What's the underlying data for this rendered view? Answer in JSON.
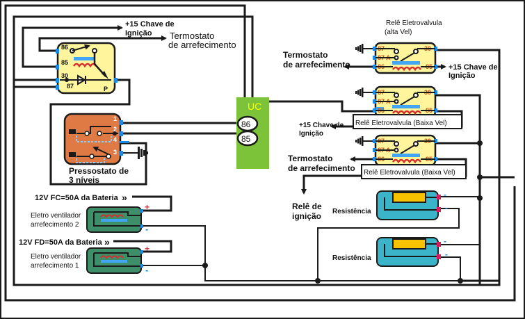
{
  "colors": {
    "wire": "#1a1a1a",
    "relay_body": "#fff59d",
    "relay_pin_label": "#d0541c",
    "pin_tab": "#1e88e5",
    "coil": "#d32f2f",
    "armature": "#42a5f5",
    "pressostato_body": "#e07a45",
    "pressostato_dash": "#90caf9",
    "fan_body": "#3e8e6a",
    "resistor_body": "#3bb3c8",
    "resistor_element": "#f7c200",
    "resistor_terminal": "#d81b60",
    "uc_body": "#7cc33a",
    "uc_label": "#ffff00",
    "plus_sign": "#d32f2f",
    "minus_sign": "#1e88e5"
  },
  "top_relay": {
    "pins": [
      "86",
      "85",
      "30",
      "87",
      "P"
    ],
    "label_ignition_line1": "+15 Chave de",
    "label_ignition_line2": "Ignição",
    "label_thermostat_line1": "Termostato",
    "label_thermostat_line2": "de arrefecimento"
  },
  "pressostato": {
    "pins": [
      "1",
      "2",
      "4",
      "3"
    ],
    "label_line1": "Pressostato de",
    "label_line2": "3 níveis"
  },
  "uc": {
    "label": "UC",
    "pin_86": "86",
    "pin_85": "85"
  },
  "fans": [
    {
      "supply": "12V FC=50A da Bateria",
      "name_line1": "Eletro ventilador",
      "name_line2": "arrefecimento 2",
      "plus": "+",
      "minus": "-"
    },
    {
      "supply": "12V FD=50A da Bateria",
      "name_line1": "Eletro ventilador",
      "name_line2": "arrefecimento 1",
      "plus": "+",
      "minus": "-"
    }
  ],
  "right_relays": [
    {
      "title_line1": "Relê Eletrovalvula",
      "title_line2": "(alta Vel)",
      "pins": [
        "87",
        "87 A",
        "86",
        "30",
        "85"
      ],
      "left_label_line1": "Termostato",
      "left_label_line2": "de arrefecimento",
      "right_label_line1": "+15 Chave de",
      "right_label_line2": "Ignição"
    },
    {
      "title": "Relê Eletrovalvula  (Baixa Vel)",
      "pins": [
        "87",
        "87 A",
        "86",
        "30",
        "85"
      ],
      "left_label_line1": "+15 Chave de",
      "left_label_line2": "Ignição"
    },
    {
      "title": "Relê Eletrovalvula (Baixa Vel)",
      "pins": [
        "87",
        "87 A",
        "86",
        "30",
        "85"
      ],
      "left_label_line1": "Termostato",
      "left_label_line2": "de arrefecimento"
    }
  ],
  "ignition_relay_label_line1": "Relê de",
  "ignition_relay_label_line2": "ignição",
  "resistors": [
    {
      "label": "Resistência",
      "minus_top": "-",
      "minus_bottom": "-"
    },
    {
      "label": "Resistência",
      "minus_top": "-",
      "minus_bottom": "-"
    }
  ]
}
